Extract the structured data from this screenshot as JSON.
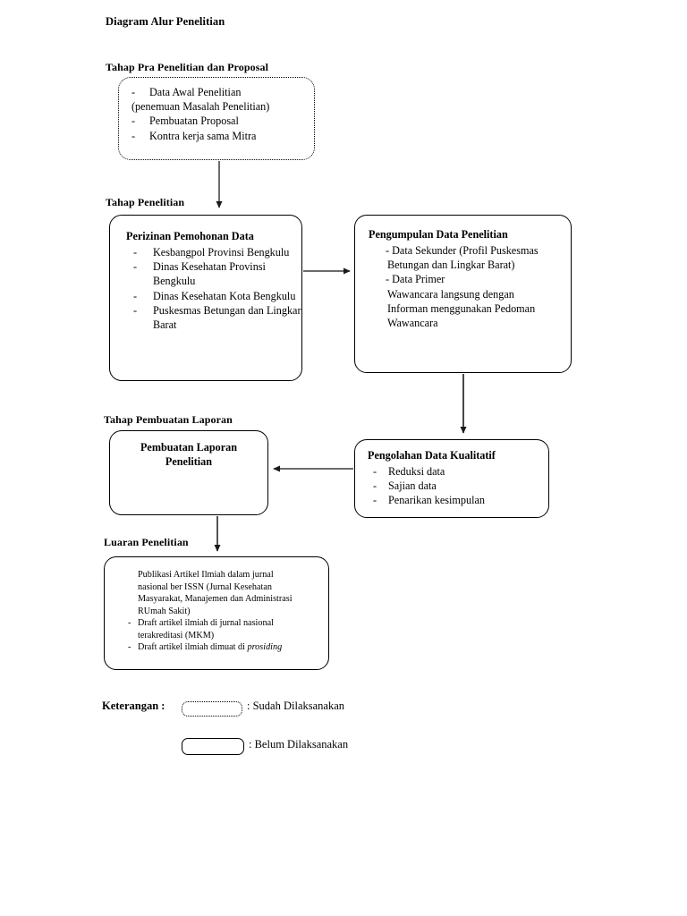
{
  "document": {
    "title": "Diagram Alur Penelitian"
  },
  "stages": [
    {
      "label": "Tahap Pra Penelitian dan Proposal"
    },
    {
      "label": "Tahap Penelitian"
    },
    {
      "label": "Tahap Pembuatan Laporan"
    },
    {
      "label": "Luaran Penelitian"
    }
  ],
  "boxes": {
    "pra_penelitian": {
      "name": "Tahap Pra Penelitian dan Proposal",
      "border_style": "dotted",
      "status": "Sudah Dilaksanakan",
      "items": [
        "Data Awal Penelitian",
        "(penemuan Masalah Penelitian)",
        "Pembuatan Proposal",
        "Kontra kerja sama Mitra"
      ]
    },
    "perizinan": {
      "title": "Perizinan Pemohonan Data",
      "border_style": "solid",
      "status": "Belum Dilaksanakan",
      "items": [
        "Kesbangpol Provinsi Bengkulu",
        "Dinas Kesehatan Provinsi Bengkulu",
        "Dinas Kesehatan Kota Bengkulu",
        "Puskesmas Betungan dan Lingkar Barat"
      ]
    },
    "pengumpulan": {
      "title": "Pengumpulan Data Penelitian",
      "border_style": "solid",
      "status": "Belum Dilaksanakan",
      "item1_line1": "- Data Sekunder (Profil Puskesmas",
      "item1_line2": "Betungan dan Lingkar Barat)",
      "item2_line1": "- Data Primer",
      "item2_line2": "Wawancara langsung dengan",
      "item2_line3": "Informan menggunakan Pedoman",
      "item2_line4": "Wawancara"
    },
    "pengolahan": {
      "title": "Pengolahan Data Kualitatif",
      "border_style": "solid",
      "status": "Belum Dilaksanakan",
      "items": [
        "Reduksi data",
        "Sajian data",
        "Penarikan kesimpulan"
      ]
    },
    "laporan": {
      "title_line1": "Pembuatan Laporan",
      "title_line2": "Penelitian",
      "border_style": "solid",
      "status": "Belum Dilaksanakan"
    },
    "luaran": {
      "border_style": "solid",
      "status": "Belum Dilaksanakan",
      "para_line1": "Publikasi Artikel Ilmiah dalam jurnal",
      "para_line2": "nasional ber ISSN (Jurnal Kesehatan",
      "para_line3": "Masyarakat, Manajemen dan Administrasi",
      "para_line4": "RUmah Sakit)",
      "item2_line1": "Draft artikel ilmiah di jurnal nasional",
      "item2_line2": "terakreditasi (MKM)",
      "item3_prefix": "Draft artikel ilmiah dimuat di ",
      "item3_italic": "prosiding"
    }
  },
  "bullet": {
    "dash": "-"
  },
  "legend": {
    "label": "Keterangan :",
    "done_text": ": Sudah Dilaksanakan",
    "pending_text": ": Belum Dilaksanakan"
  },
  "colors": {
    "ink": "#000000",
    "page": "#ffffff"
  }
}
